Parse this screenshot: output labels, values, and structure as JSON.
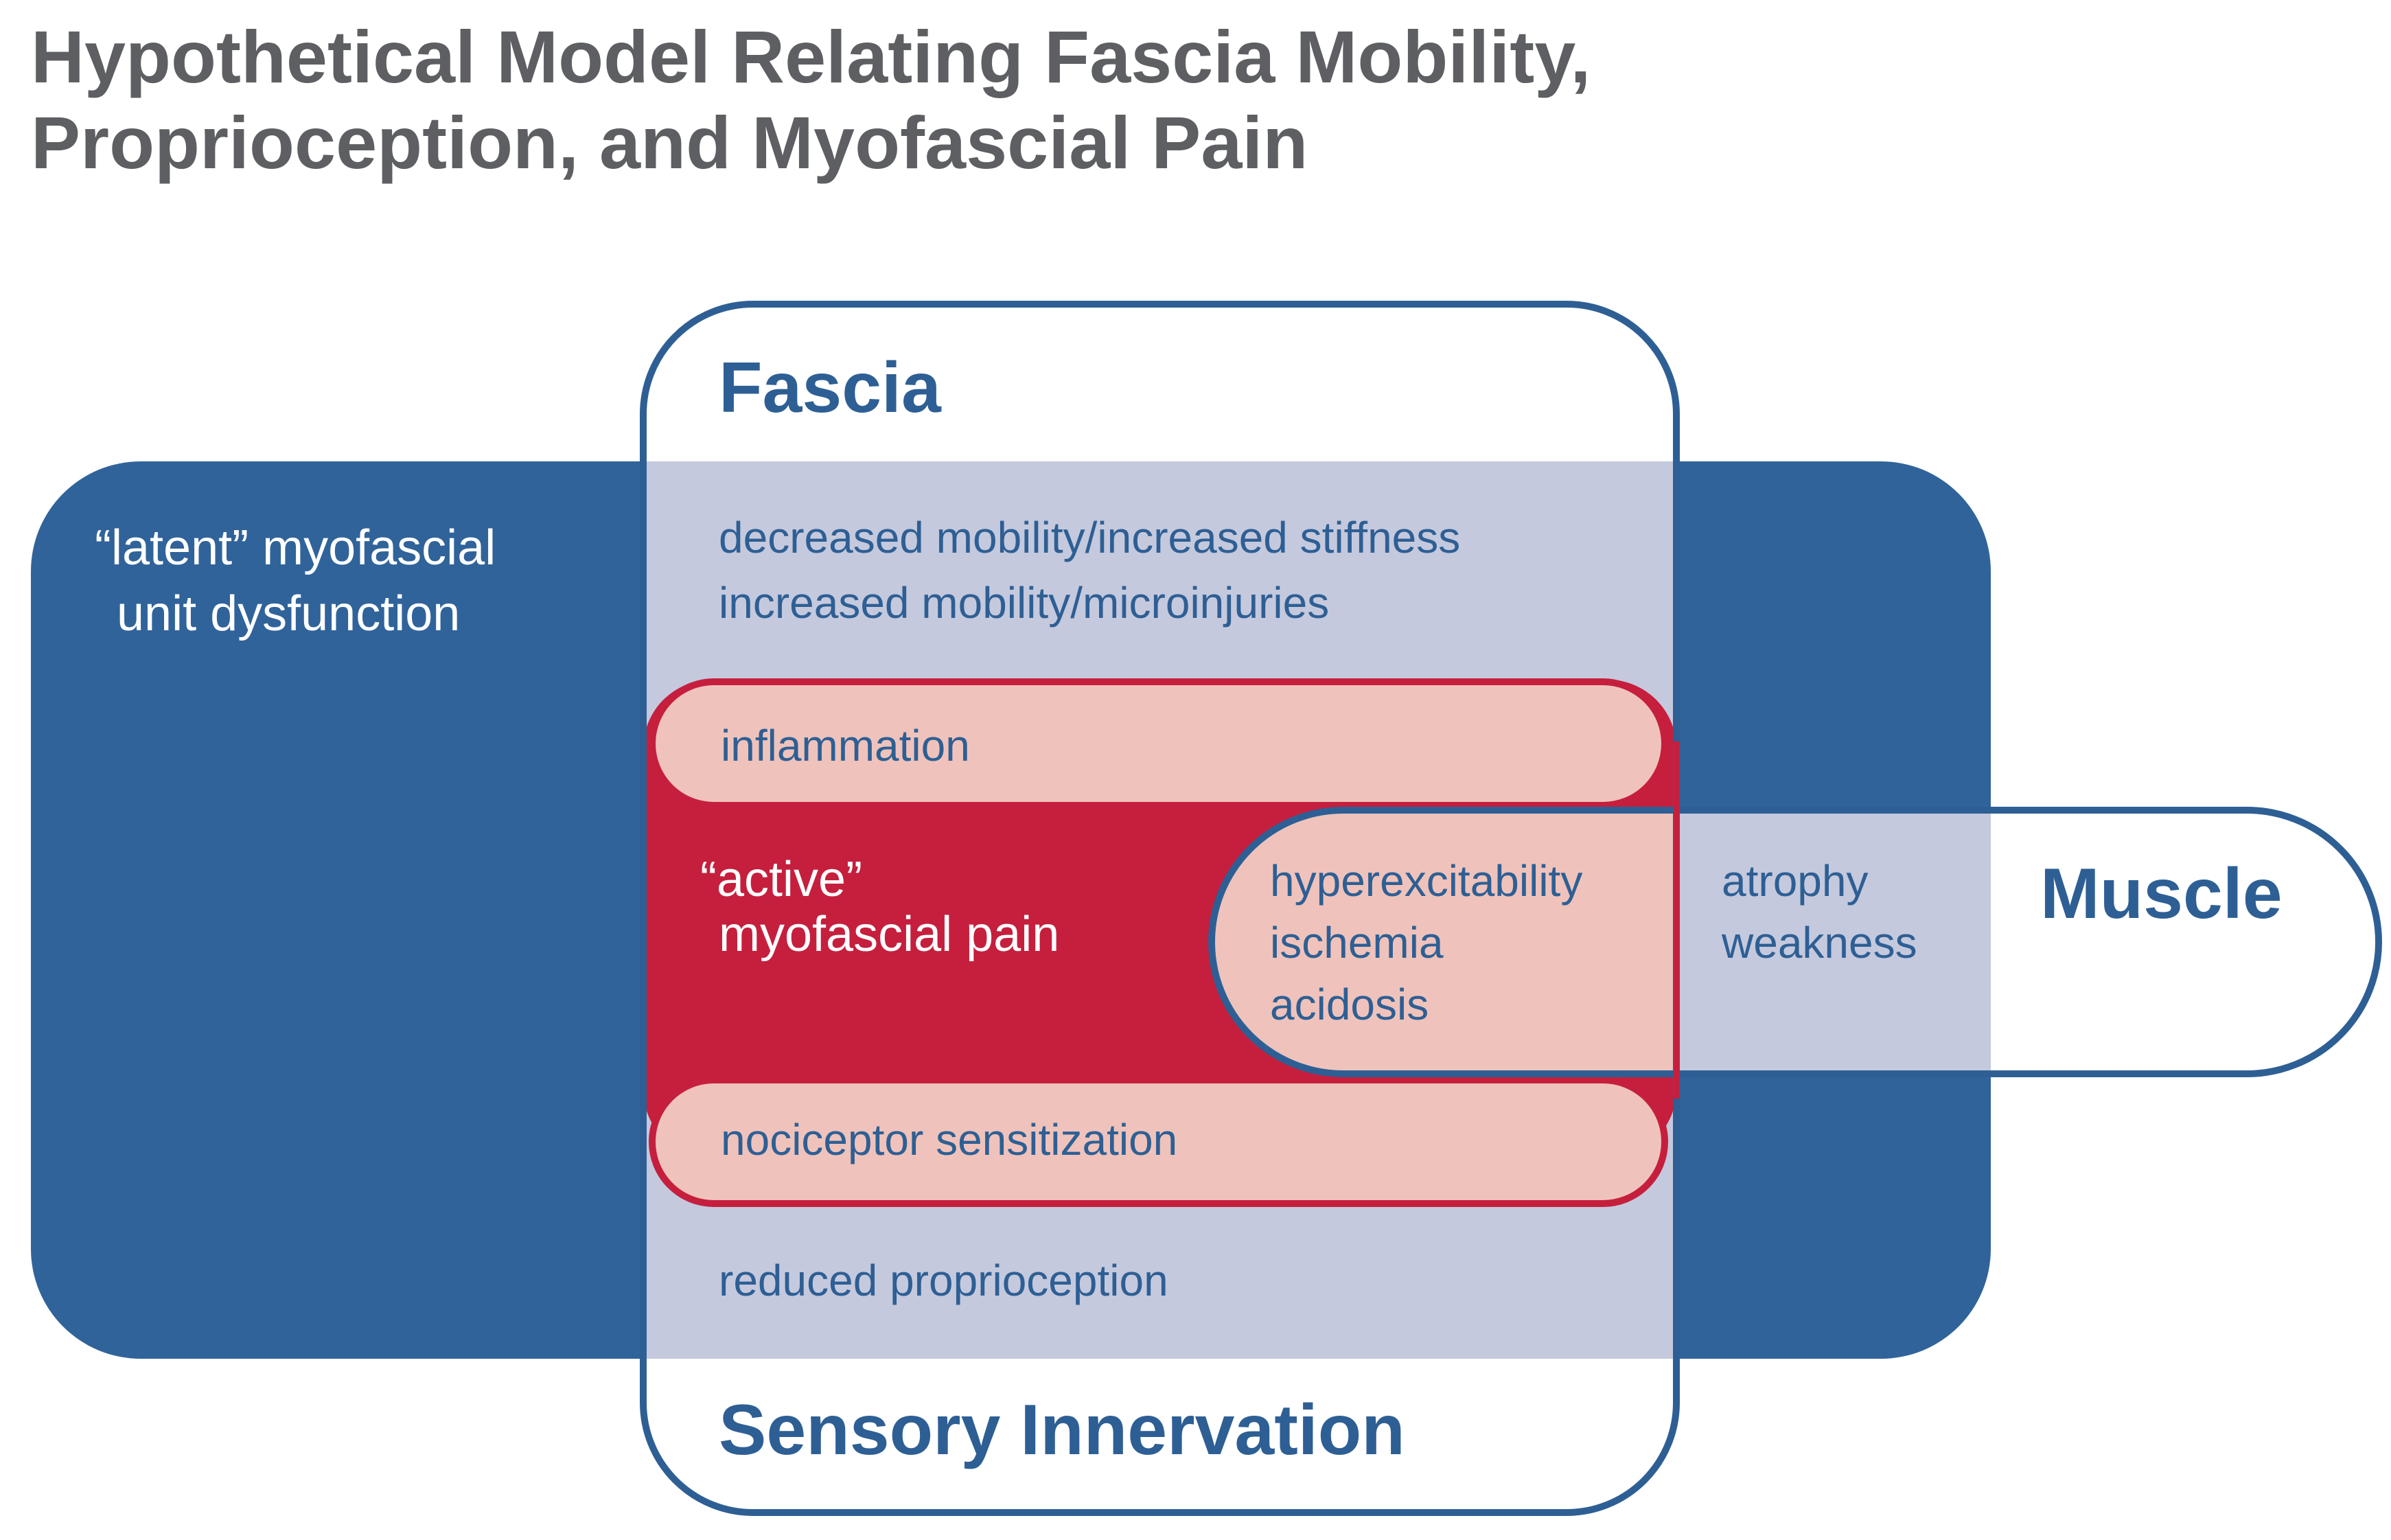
{
  "title": {
    "line1": "Hypothetical Model Relating Fascia Mobility,",
    "line2": "Proprioception, and Myofascial Pain"
  },
  "regions": {
    "latent": {
      "line1": "“latent” myofascial",
      "line2": "unit dysfunction"
    },
    "fascia": {
      "label": "Fascia",
      "items": [
        "decreased mobility/increased stiffness",
        "increased mobility/microinjuries"
      ]
    },
    "inflammation": {
      "label": "inflammation"
    },
    "active_pain": {
      "line1": "“active”",
      "line2": "myofascial pain"
    },
    "muscle_overlap": {
      "items": [
        "hyperexcitability",
        "ischemia",
        "acidosis"
      ]
    },
    "muscle": {
      "label": "Muscle",
      "items": [
        "atrophy",
        "weakness"
      ]
    },
    "nociceptor": {
      "label": "nociceptor sensitization"
    },
    "proprioception": {
      "label": "reduced proprioception"
    },
    "sensory": {
      "label": "Sensory Innervation"
    }
  },
  "colors": {
    "dark_blue": "#30639a",
    "light_blue_overlay": "#c5c9dd",
    "red": "#c51f3d",
    "pink": "#efc3bb",
    "outline_blue": "#2e5f94",
    "title_gray": "#5e5f62",
    "white": "#ffffff"
  }
}
